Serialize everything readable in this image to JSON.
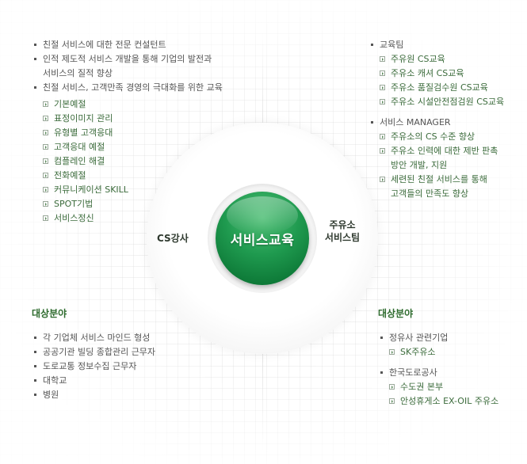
{
  "center": {
    "label": "서비스교육"
  },
  "left_label": "CS강사",
  "right_label": [
    "주유소",
    "서비스팀"
  ],
  "top_left": {
    "items": [
      {
        "text": "친절 서비스에 대한 전문 컨설턴트"
      },
      {
        "text": "인적 제도적 서비스 개발을 통해 기업의 발전과",
        "cont": "서비스의 질적 향상"
      },
      {
        "text": "친절 서비스, 고객만족 경영의 극대화를 위한 교육"
      }
    ],
    "sub_items": [
      "기본예절",
      "표정이미지 관리",
      "유형별 고객응대",
      "고객응대 예절",
      "컴플레인 해결",
      "전화예절",
      "커뮤니케이션 SKILL",
      "SPOT기법",
      "서비스정신"
    ]
  },
  "top_right": {
    "group1": {
      "title": "교육팀",
      "sub_items": [
        "주유원 CS교육",
        "주유소 캐셔 CS교육",
        "주유소 품질검수원 CS교육",
        "주유소 시설안전점검원 CS교육"
      ]
    },
    "group2": {
      "title": "서비스 MANAGER",
      "sub_items": [
        {
          "text": "주유소의 CS 수준 향상"
        },
        {
          "text": "주유소 인력에 대한 제반 판촉",
          "cont": "방안 개발, 지원"
        },
        {
          "text": "세련된 친절 서비스를 통해",
          "cont": "고객들의 만족도 향상"
        }
      ]
    }
  },
  "bottom_left": {
    "heading": "대상분야",
    "items": [
      "각 기업체  서비스 마인드 형성",
      "공공기관 빌딩 종합관리 근무자",
      "도로교통 정보수집 근무자",
      "대학교",
      "병원"
    ]
  },
  "bottom_right": {
    "heading": "대상분야",
    "group1": {
      "title": "정유사 관련기업",
      "sub_items": [
        "SK주유소"
      ]
    },
    "group2": {
      "title": "한국도로공사",
      "sub_items": [
        "수도권 본부",
        "안성휴게소 EX-OIL 주유소"
      ]
    }
  },
  "colors": {
    "accent_green": "#1f9a4f",
    "heading_green": "#2e6b2e",
    "text_gray": "#555555"
  }
}
